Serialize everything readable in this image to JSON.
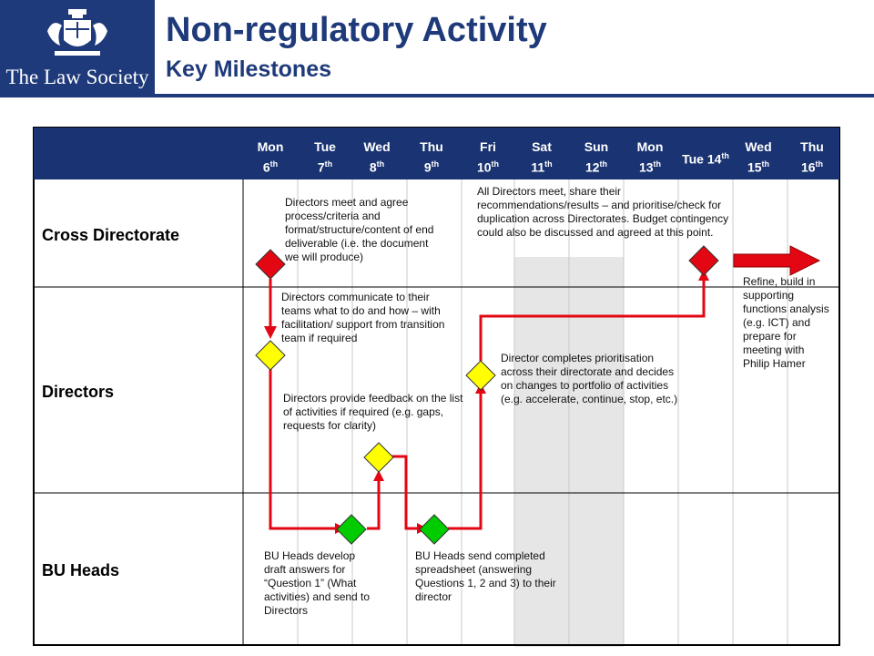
{
  "logo": {
    "name": "The Law Society",
    "emblem": "crest-icon"
  },
  "title": "Non-regulatory Activity",
  "subtitle": "Key Milestones",
  "days": [
    {
      "name": "Mon",
      "num": "6",
      "suffix": "th"
    },
    {
      "name": "Tue",
      "num": "7",
      "suffix": "th"
    },
    {
      "name": "Wed",
      "num": "8",
      "suffix": "th"
    },
    {
      "name": "Thu",
      "num": "9",
      "suffix": "th"
    },
    {
      "name": "Fri",
      "num": "10",
      "suffix": "th"
    },
    {
      "name": "Sat",
      "num": "11",
      "suffix": "th"
    },
    {
      "name": "Sun",
      "num": "12",
      "suffix": "th"
    },
    {
      "name": "Mon",
      "num": "13",
      "suffix": "th"
    },
    {
      "name": "Tue",
      "num": "14",
      "suffix": "th"
    },
    {
      "name": "Wed",
      "num": "15",
      "suffix": "th"
    },
    {
      "name": "Thu",
      "num": "16",
      "suffix": "th"
    }
  ],
  "rows": [
    "Cross Directorate",
    "Directors",
    "BU Heads"
  ],
  "notes": {
    "n1": "Directors meet and agree process/criteria and format/structure/content of end deliverable (i.e. the document we will produce)",
    "n2": "All Directors meet, share their recommendations/results – and prioritise/check for duplication across Directorates.  Budget contingency could also be discussed and agreed at this point.",
    "n3": "Directors communicate to their teams what to do and how – with facilitation/ support from transition team  if required",
    "n4": "Director completes prioritisation across their directorate and decides on changes to portfolio of activities (e.g. accelerate, continue, stop, etc.)",
    "n5": "Directors provide feedback on the list of activities if required (e.g. gaps, requests for clarity)",
    "n6": "Refine, build in supporting functions analysis (e.g. ICT)  and prepare for meeting with Philip Hamer",
    "n7": "BU Heads develop draft answers for “Question 1” (What activities) and send to Directors",
    "n8": "BU Heads send completed spreadsheet (answering Questions 1, 2 and 3) to their director"
  },
  "colors": {
    "brand": "#1f3a7a",
    "header": "#1a3473",
    "red": "#e30613",
    "yellow": "#ffff00",
    "green": "#00cc00",
    "weekend": "#e6e6e6"
  }
}
